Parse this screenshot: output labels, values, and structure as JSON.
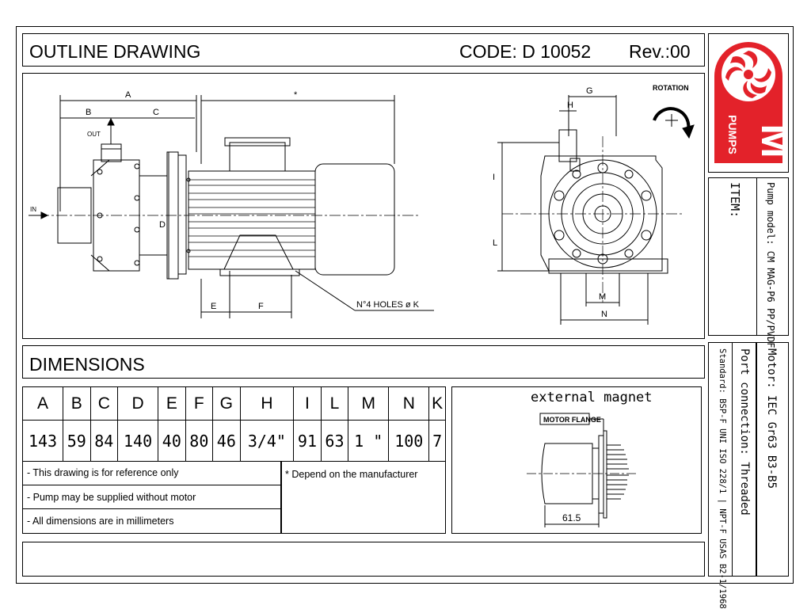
{
  "header": {
    "title": "OUTLINE DRAWING",
    "code": "CODE: D 10052",
    "rev": "Rev.:00"
  },
  "logo": {
    "text": "PUMPS",
    "letter": "M",
    "brand_color": "#e3222a"
  },
  "side": {
    "item_label": "ITEM:",
    "pump_model": "Pump model: CM MAG-P6 PP/PVDF",
    "motor": "Motor: IEC Gr63  B3-B5",
    "port_connection": "Port connection: Threaded",
    "standard": "Standard: BSP-F UNI ISO 228/1 | NPT-F USAS B2-1/1968"
  },
  "drawing": {
    "labels": {
      "a": "A",
      "b": "B",
      "c": "C",
      "d": "D",
      "e": "E",
      "f": "F",
      "g": "G",
      "h": "H",
      "i": "I",
      "l": "L",
      "m": "M",
      "n": "N",
      "star": "*",
      "out": "OUT",
      "in": "IN",
      "holes": "N°4 HOLES ø K",
      "rotation": "ROTATION"
    }
  },
  "dimensions": {
    "title": "DIMENSIONS",
    "headers": [
      "A",
      "B",
      "C",
      "D",
      "E",
      "F",
      "G",
      "H",
      "I",
      "L",
      "M",
      "N",
      "K"
    ],
    "values": [
      "143",
      "59",
      "84",
      "140",
      "40",
      "80",
      "46",
      "3/4\"",
      "91",
      "63",
      "1 \"",
      "100",
      "7"
    ]
  },
  "notes": {
    "left": [
      "- This drawing is for reference only",
      "- Pump may be supplied without motor",
      "- All dimensions are in millimeters"
    ],
    "right": "* Depend on the manufacturer"
  },
  "magnet": {
    "title": "external magnet",
    "flange_label": "MOTOR FLANGE",
    "dim": "61.5"
  }
}
